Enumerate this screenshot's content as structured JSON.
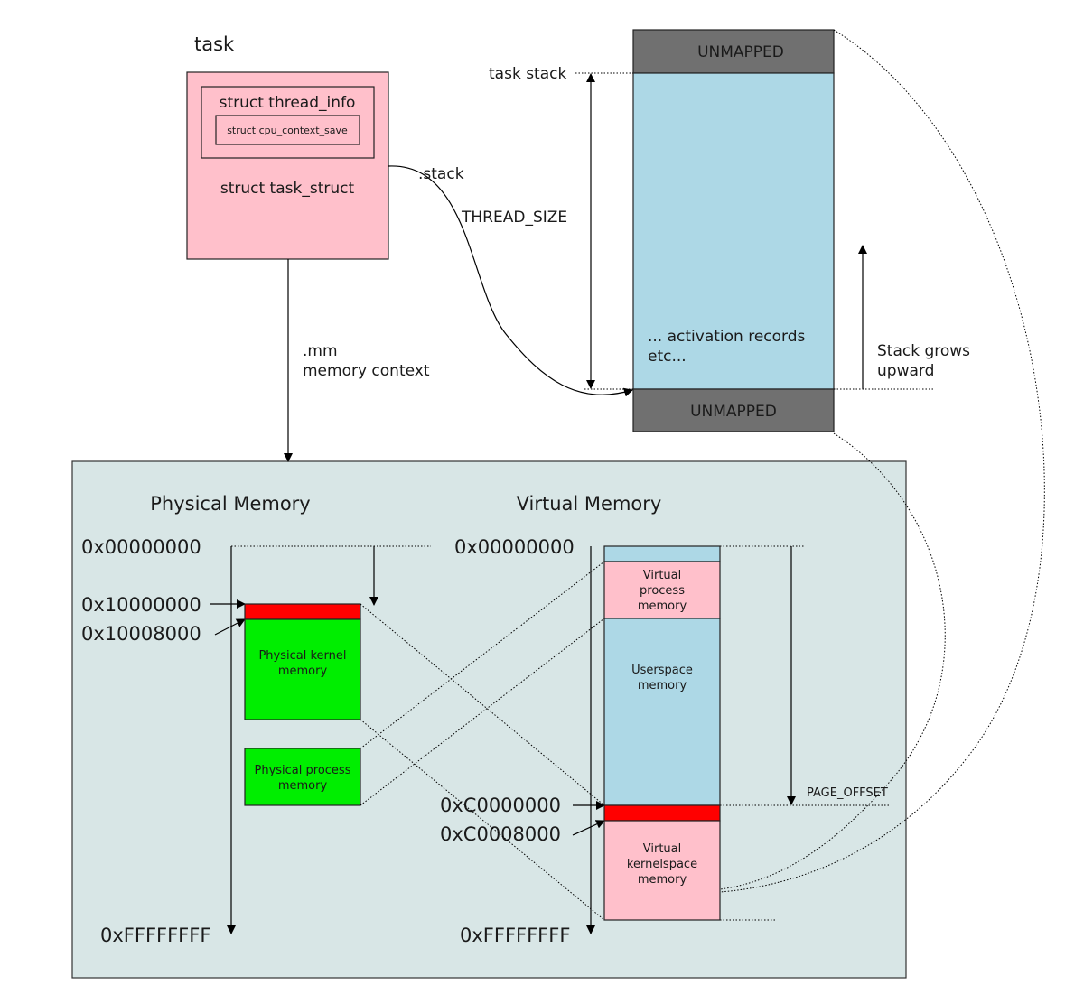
{
  "task": {
    "title": "task",
    "thread_info": "struct thread_info",
    "cpu_context": "struct cpu_context_save",
    "task_struct": "struct task_struct",
    "stack_ptr": ".stack",
    "mm_ptr": ".mm",
    "mm_desc": "memory context"
  },
  "stack": {
    "task_stack_label": "task stack",
    "thread_size": "THREAD_SIZE",
    "unmapped_top": "UNMAPPED",
    "unmapped_bottom": "UNMAPPED",
    "activation_line1": "... activation records",
    "activation_line2": "etc...",
    "grows_line1": "Stack grows",
    "grows_line2": "upward"
  },
  "memory": {
    "physical_title": "Physical Memory",
    "virtual_title": "Virtual Memory",
    "phys_addr_start": "0x00000000",
    "phys_addr_kernel": "0x10000000",
    "phys_addr_kernel8000": "0x10008000",
    "phys_addr_end": "0xFFFFFFFF",
    "virt_addr_start": "0x00000000",
    "virt_addr_kernel": "0xC0000000",
    "virt_addr_kernel8000": "0xC0008000",
    "virt_addr_end": "0xFFFFFFFF",
    "phys_kernel_line1": "Physical kernel",
    "phys_kernel_line2": "memory",
    "phys_process_line1": "Physical process",
    "phys_process_line2": "memory",
    "virt_process_line1": "Virtual",
    "virt_process_line2": "process",
    "virt_process_line3": "memory",
    "userspace_line1": "Userspace",
    "userspace_line2": "memory",
    "virt_kernel_line1": "Virtual",
    "virt_kernel_line2": "kernelspace",
    "virt_kernel_line3": "memory",
    "page_offset": "PAGE_OFFSET"
  },
  "colors": {
    "pink": "#ffc0cb",
    "light_blue": "#add8e6",
    "unmapped_gray": "#707070",
    "kernel_red": "#ff0000",
    "green": "#00ee00",
    "panel_bg": "#d8e6e6"
  }
}
